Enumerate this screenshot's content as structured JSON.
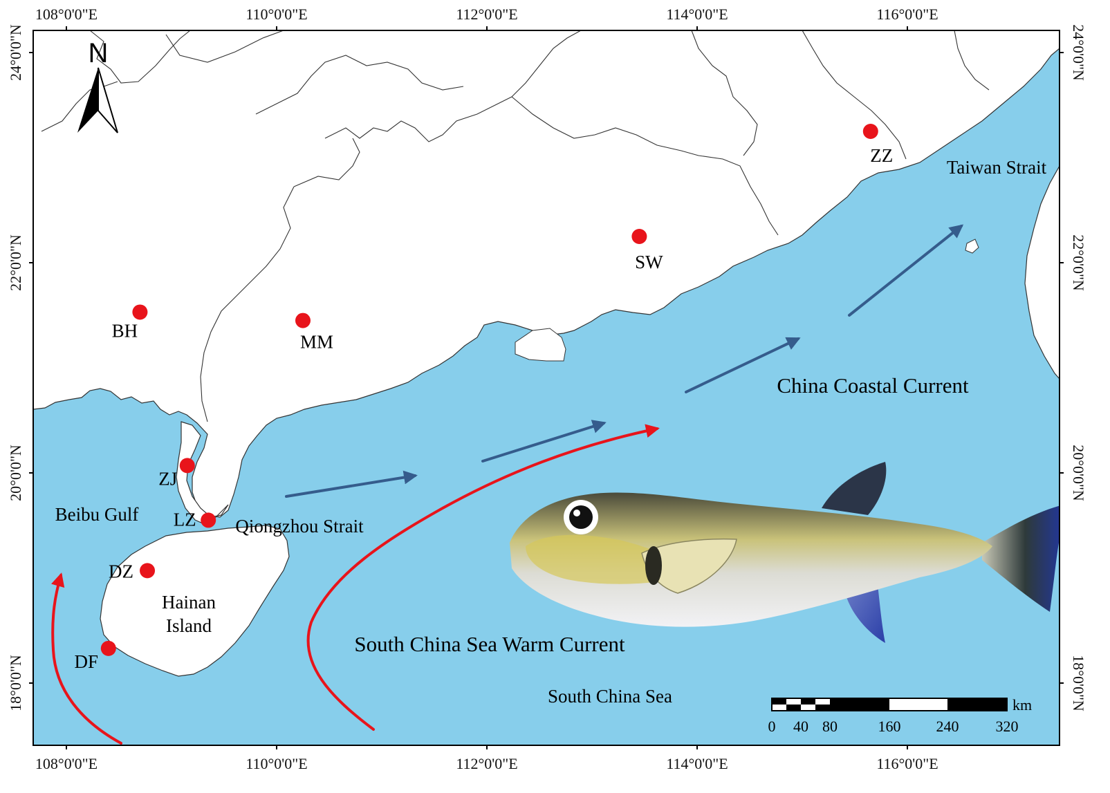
{
  "colors": {
    "sea": "#87ceeb",
    "land": "#ffffff",
    "boundary": "#333333",
    "site_marker": "#e8141b",
    "warm_current": "#e8141b",
    "coastal_current": "#355c8c"
  },
  "axes": {
    "top_labels": [
      "108°0'0\"E",
      "110°0'0\"E",
      "112°0'0\"E",
      "114°0'0\"E",
      "116°0'0\"E"
    ],
    "bottom_labels": [
      "108°0'0\"E",
      "110°0'0\"E",
      "112°0'0\"E",
      "114°0'0\"E",
      "116°0'0\"E"
    ],
    "left_labels": [
      "24°0'0\"N",
      "22°0'0\"N",
      "20°0'0\"N",
      "18°0'0\"N"
    ],
    "right_labels": [
      "24°0'0\"N",
      "22°0'0\"N",
      "20°0'0\"N",
      "18°0'0\"N"
    ]
  },
  "north_arrow": {
    "label": "N"
  },
  "places": {
    "beibu_gulf": "Beibu Gulf",
    "qiongzhou_strait": "Qiongzhou Strait",
    "hainan_line1": "Hainan",
    "hainan_line2": "Island",
    "taiwan_strait": "Taiwan Strait",
    "south_china_sea": "South China Sea"
  },
  "currents": {
    "warm": "South China Sea Warm Current",
    "coastal": "China Coastal Current"
  },
  "sites": [
    {
      "code": "BH",
      "lon": 108.7,
      "lat": 21.53
    },
    {
      "code": "ZJ",
      "lon": 109.15,
      "lat": 20.07
    },
    {
      "code": "LZ",
      "lon": 109.35,
      "lat": 19.55
    },
    {
      "code": "DZ",
      "lon": 108.77,
      "lat": 19.07
    },
    {
      "code": "DF",
      "lon": 108.4,
      "lat": 18.33
    },
    {
      "code": "MM",
      "lon": 110.25,
      "lat": 21.45
    },
    {
      "code": "SW",
      "lon": 113.45,
      "lat": 22.25
    },
    {
      "code": "ZZ",
      "lon": 115.65,
      "lat": 23.25
    }
  ],
  "scale_bar": {
    "unit": "km",
    "labels": [
      "0",
      "40",
      "80",
      "160",
      "240",
      "320"
    ]
  },
  "illustration": {
    "subject": "pufferfish-photo"
  }
}
